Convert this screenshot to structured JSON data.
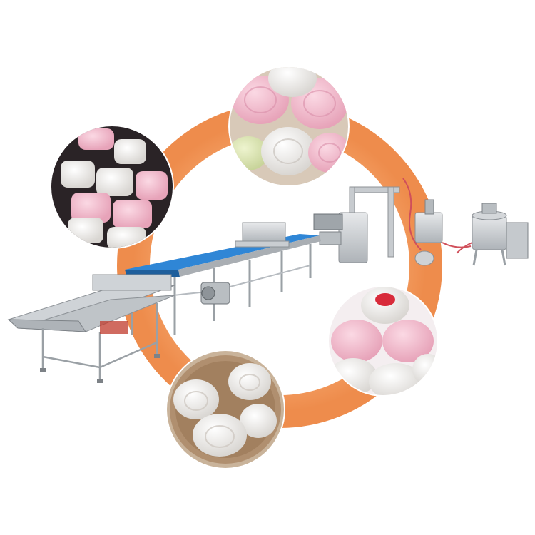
{
  "scene": {
    "description_free": true,
    "ring_color": "#F29A5E",
    "belt_color": "#2F86D6",
    "steel_color": "#C9CDD1",
    "background": "#FFFFFF"
  },
  "photos": [
    {
      "id": "rosette-zephyr-marshmallows",
      "icon": "zephyr-photo"
    },
    {
      "id": "cube-marshmallows-white-pink",
      "icon": "mini-marshmallow-photo"
    },
    {
      "id": "filled-ball-marshmallows",
      "icon": "filled-marshmallow-photo"
    },
    {
      "id": "swirl-marshmallows-in-cocoa",
      "icon": "cocoa-marshmallow-photo"
    }
  ]
}
